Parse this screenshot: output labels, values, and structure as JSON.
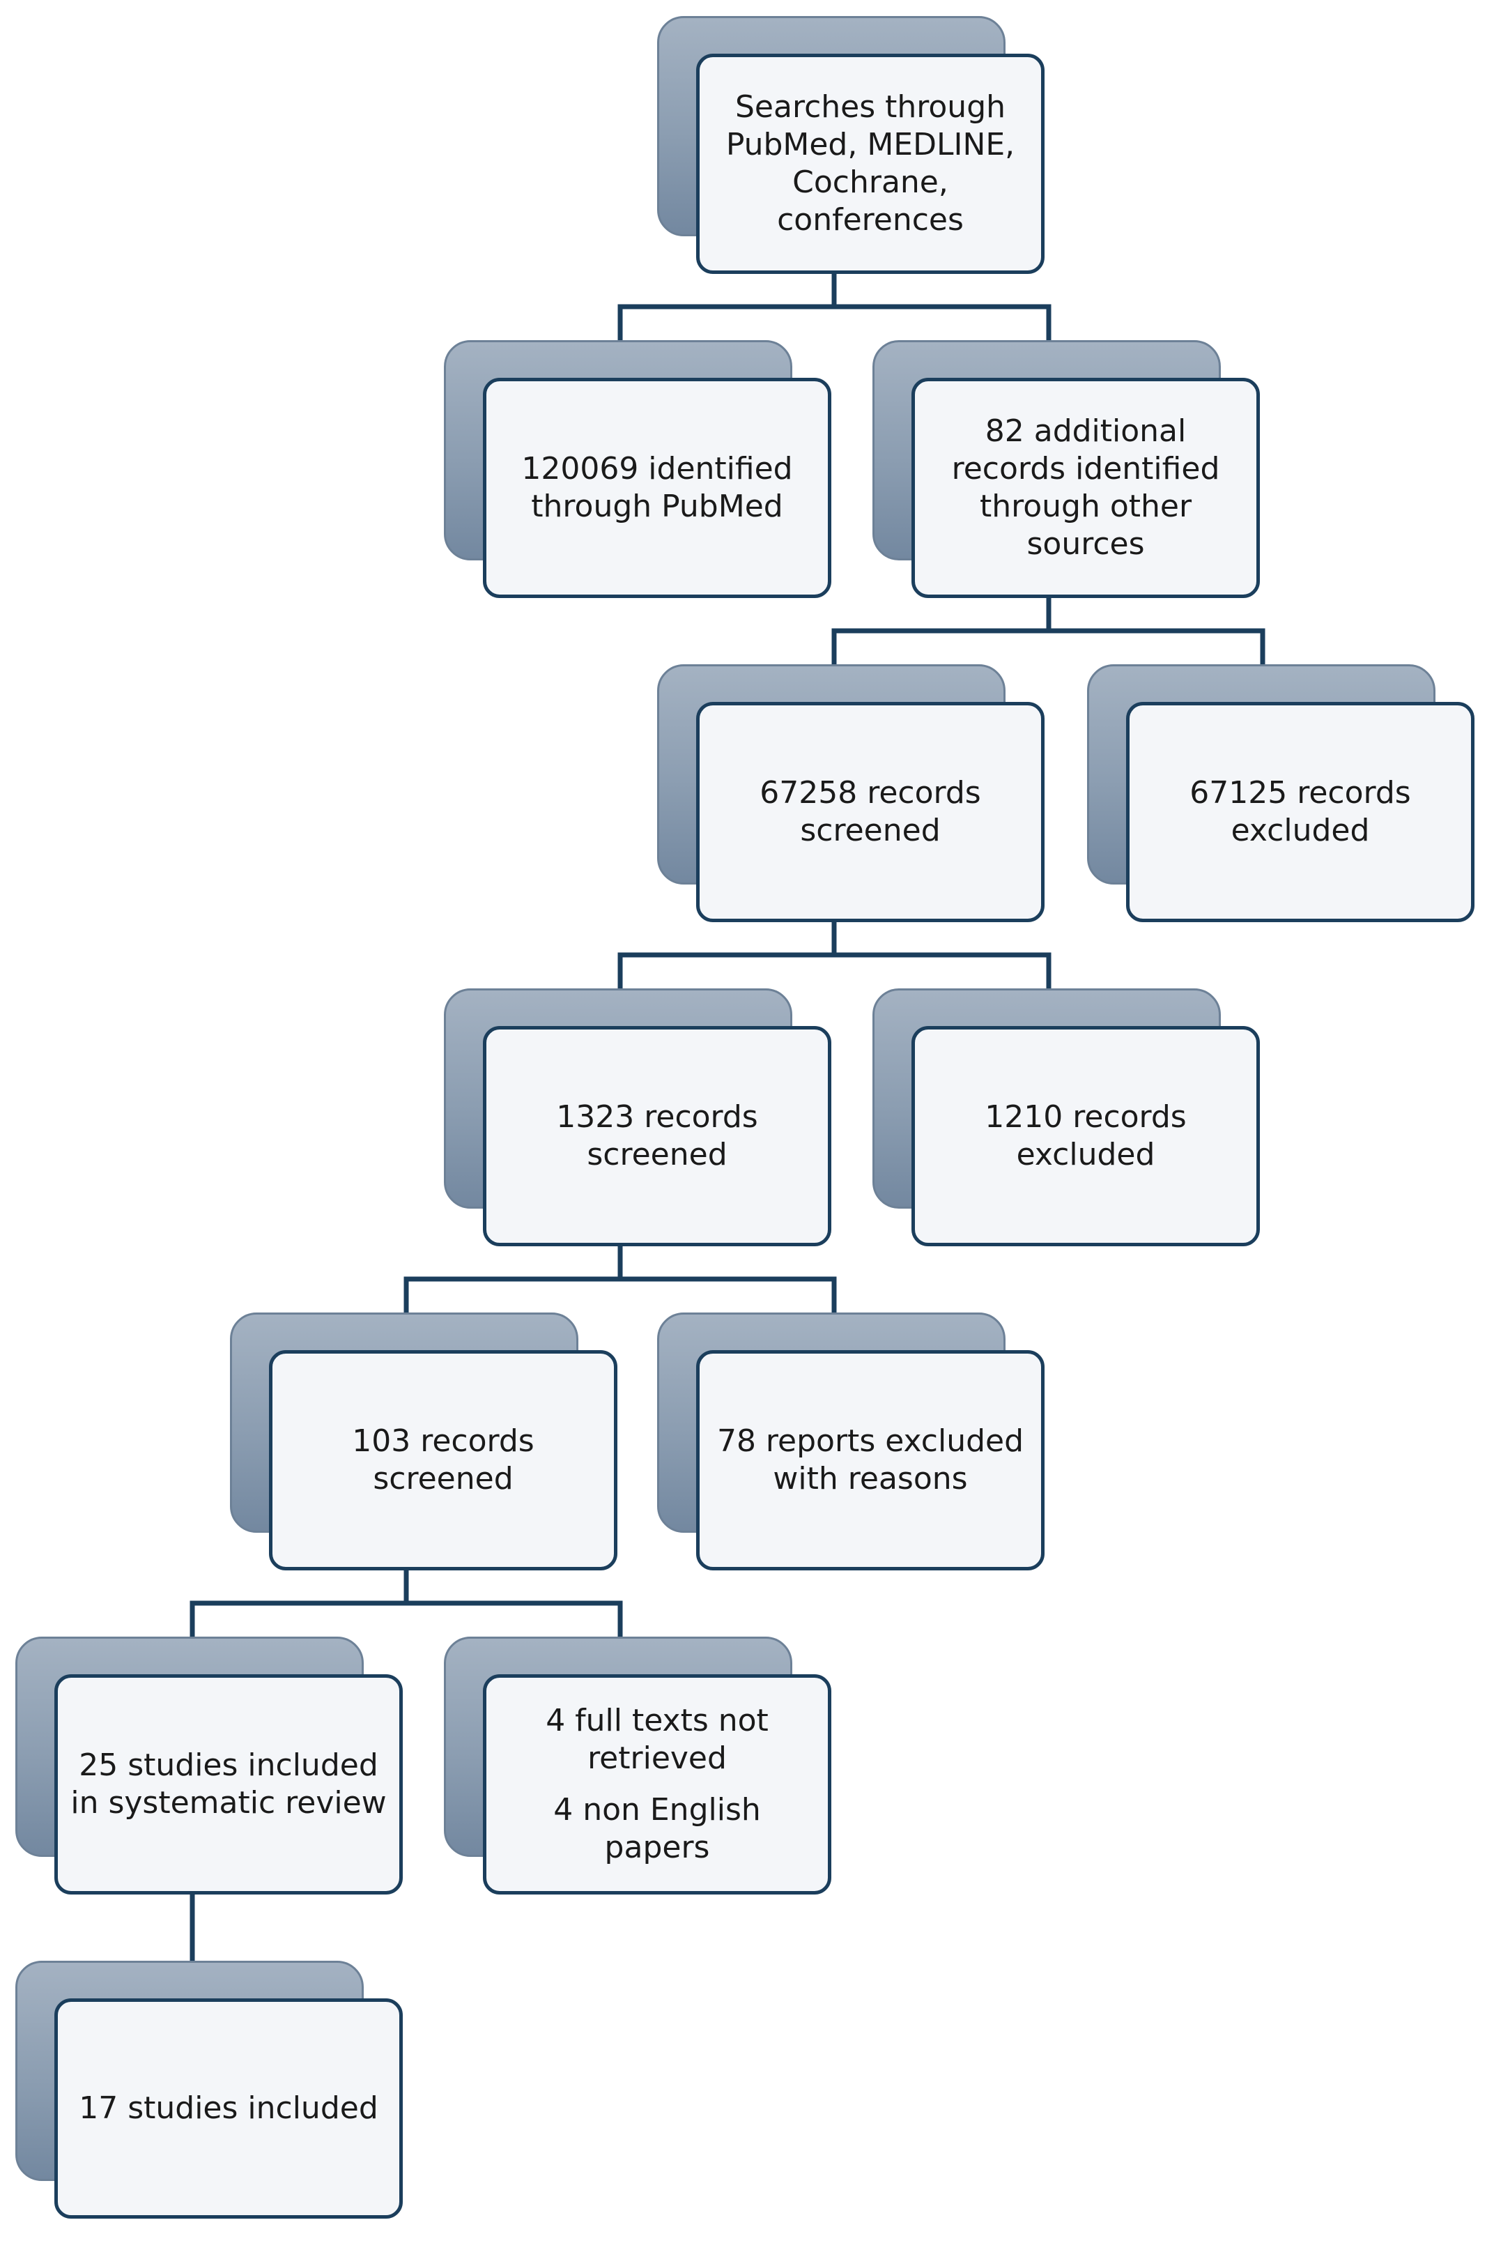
{
  "boxes": {
    "searches": "Searches through PubMed, MEDLINE, Cochrane, conferences",
    "pubmed": "120069 identified through PubMed",
    "additional": "82 additional records identified through other sources",
    "screened_1": "67258 records screened",
    "excluded_1": "67125 records excluded",
    "screened_2": "1323 records screened",
    "excluded_2": "1210 records excluded",
    "screened_3": "103 records screened",
    "excluded_3": "78 reports excluded with reasons",
    "included_review": "25 studies included in systematic review",
    "not_retrieved_line1": "4 full texts not retrieved",
    "not_retrieved_line2": "4 non English papers",
    "included_final": "17 studies included"
  }
}
